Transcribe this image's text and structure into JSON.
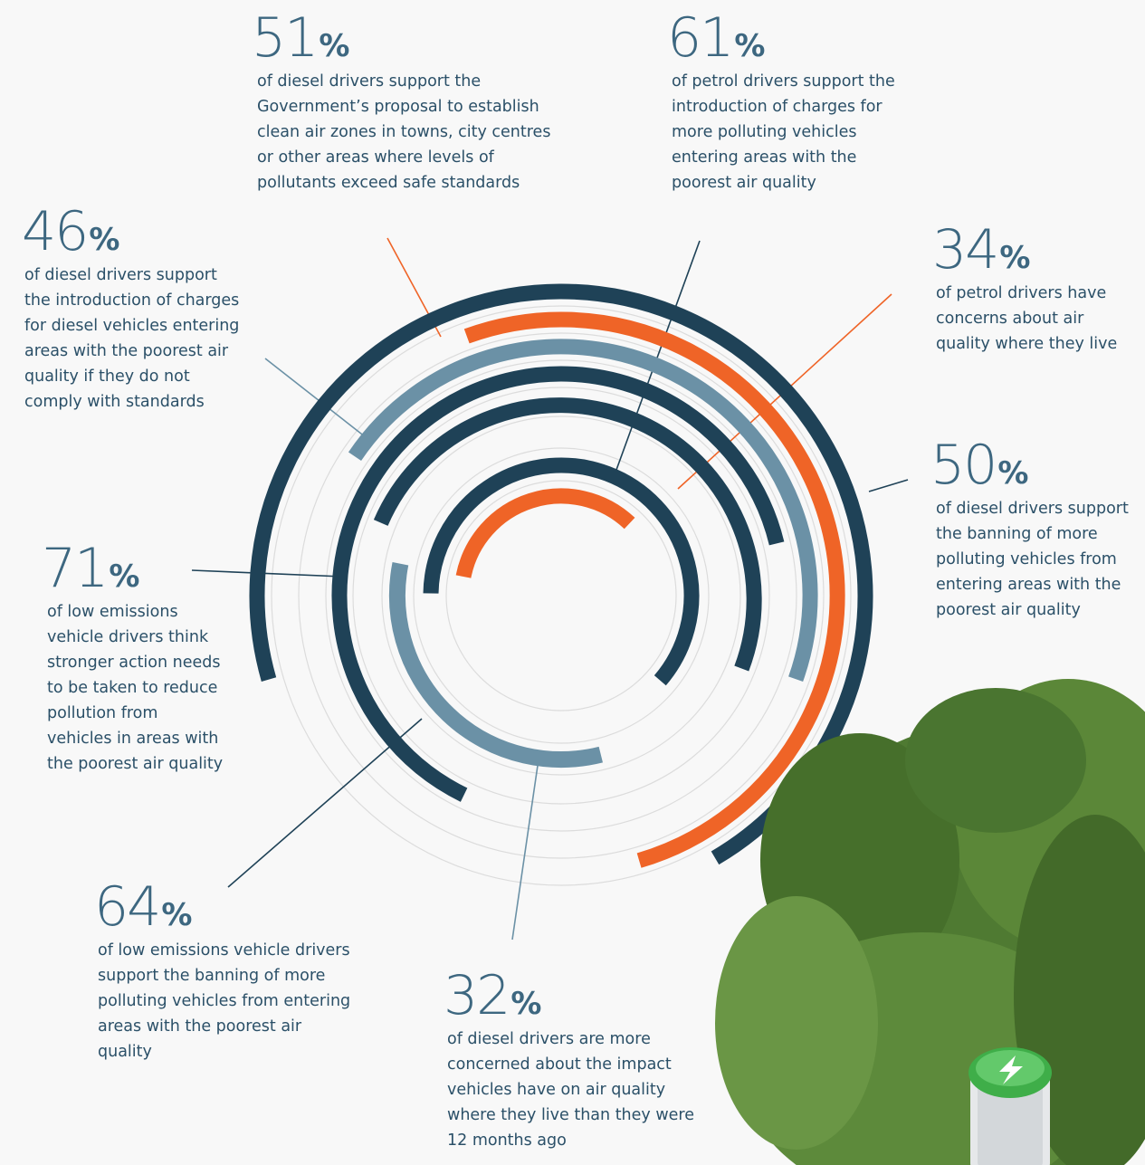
{
  "colors": {
    "navy": "#1f4257",
    "steel": "#6b91a6",
    "orange": "#ef6427",
    "grid": "#dcdcdc",
    "text": "#2b5068",
    "number": "#3d6780"
  },
  "stats": [
    {
      "key": "s51",
      "value": "51",
      "unit": "%",
      "text": "of diesel drivers support the Government’s proposal to establish clean air zones in towns, city centres or other areas where levels of pollutants exceed safe standards"
    },
    {
      "key": "s61",
      "value": "61",
      "unit": "%",
      "text": "of petrol drivers support the introduction of charges for more polluting vehicles entering areas with the poorest air quality"
    },
    {
      "key": "s46",
      "value": "46",
      "unit": "%",
      "text": "of diesel drivers support the introduction of charges for diesel vehicles entering areas with the poorest air quality if they do not comply with standards"
    },
    {
      "key": "s34",
      "value": "34",
      "unit": "%",
      "text": "of petrol drivers have concerns about air quality where they live"
    },
    {
      "key": "s50",
      "value": "50",
      "unit": "%",
      "text": "of diesel drivers support the banning of more polluting vehicles from entering areas with the poorest air quality"
    },
    {
      "key": "s71",
      "value": "71",
      "unit": "%",
      "text": "of low emissions vehicle drivers think stronger action needs to be taken to reduce pollution from vehicles in areas with the poorest air quality"
    },
    {
      "key": "s64",
      "value": "64",
      "unit": "%",
      "text": "of low emissions vehicle drivers support the banning of more polluting vehicles from entering areas with the poorest air quality"
    },
    {
      "key": "s32",
      "value": "32",
      "unit": "%",
      "text": "of diesel drivers are more concerned about the impact vehicles have on air quality where they live than they were 12 months ago"
    }
  ],
  "chart_data": {
    "type": "radial-bar",
    "unit": "%",
    "series": [
      {
        "value": 71,
        "color": "navy"
      },
      {
        "value": 51,
        "color": "orange"
      },
      {
        "value": 46,
        "color": "steel"
      },
      {
        "value": 64,
        "color": "navy"
      },
      {
        "value": 50,
        "color": "navy"
      },
      {
        "value": 32,
        "color": "steel"
      },
      {
        "value": 61,
        "color": "navy"
      },
      {
        "value": 34,
        "color": "orange"
      }
    ]
  }
}
